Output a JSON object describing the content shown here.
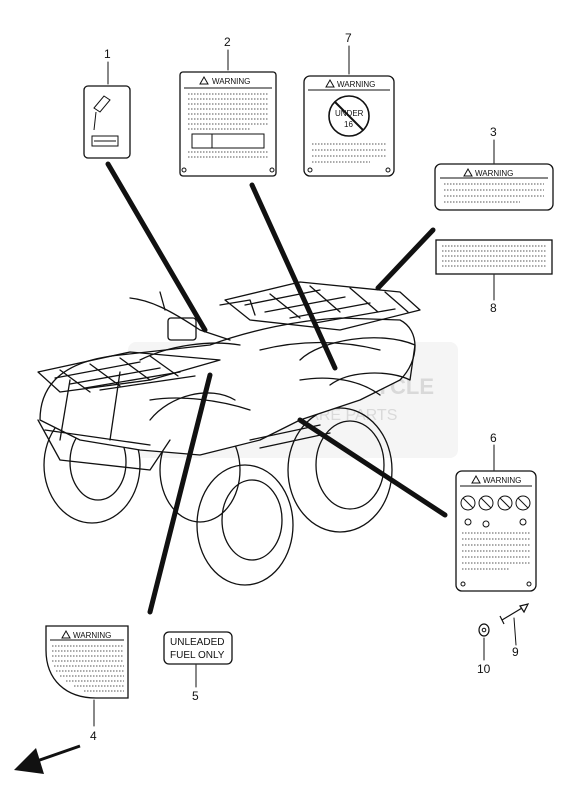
{
  "parts": {
    "p1": {
      "num": "1"
    },
    "p2": {
      "num": "2",
      "warning": "WARNING"
    },
    "p3": {
      "num": "3",
      "warning": "WARNING"
    },
    "p4": {
      "num": "4",
      "warning": "WARNING"
    },
    "p5": {
      "num": "5",
      "line1": "UNLEADED",
      "line2": "FUEL ONLY"
    },
    "p6": {
      "num": "6",
      "warning": "WARNING"
    },
    "p7": {
      "num": "7",
      "warning": "WARNING",
      "under": "UNDER",
      "age": "16"
    },
    "p8": {
      "num": "8"
    },
    "p9": {
      "num": "9"
    },
    "p10": {
      "num": "10"
    }
  },
  "watermark": {
    "line1": "MOTORCYCLE",
    "line2": "SPARE PARTS"
  },
  "colors": {
    "ink": "#111111",
    "watermark": "#d9d9d9"
  }
}
